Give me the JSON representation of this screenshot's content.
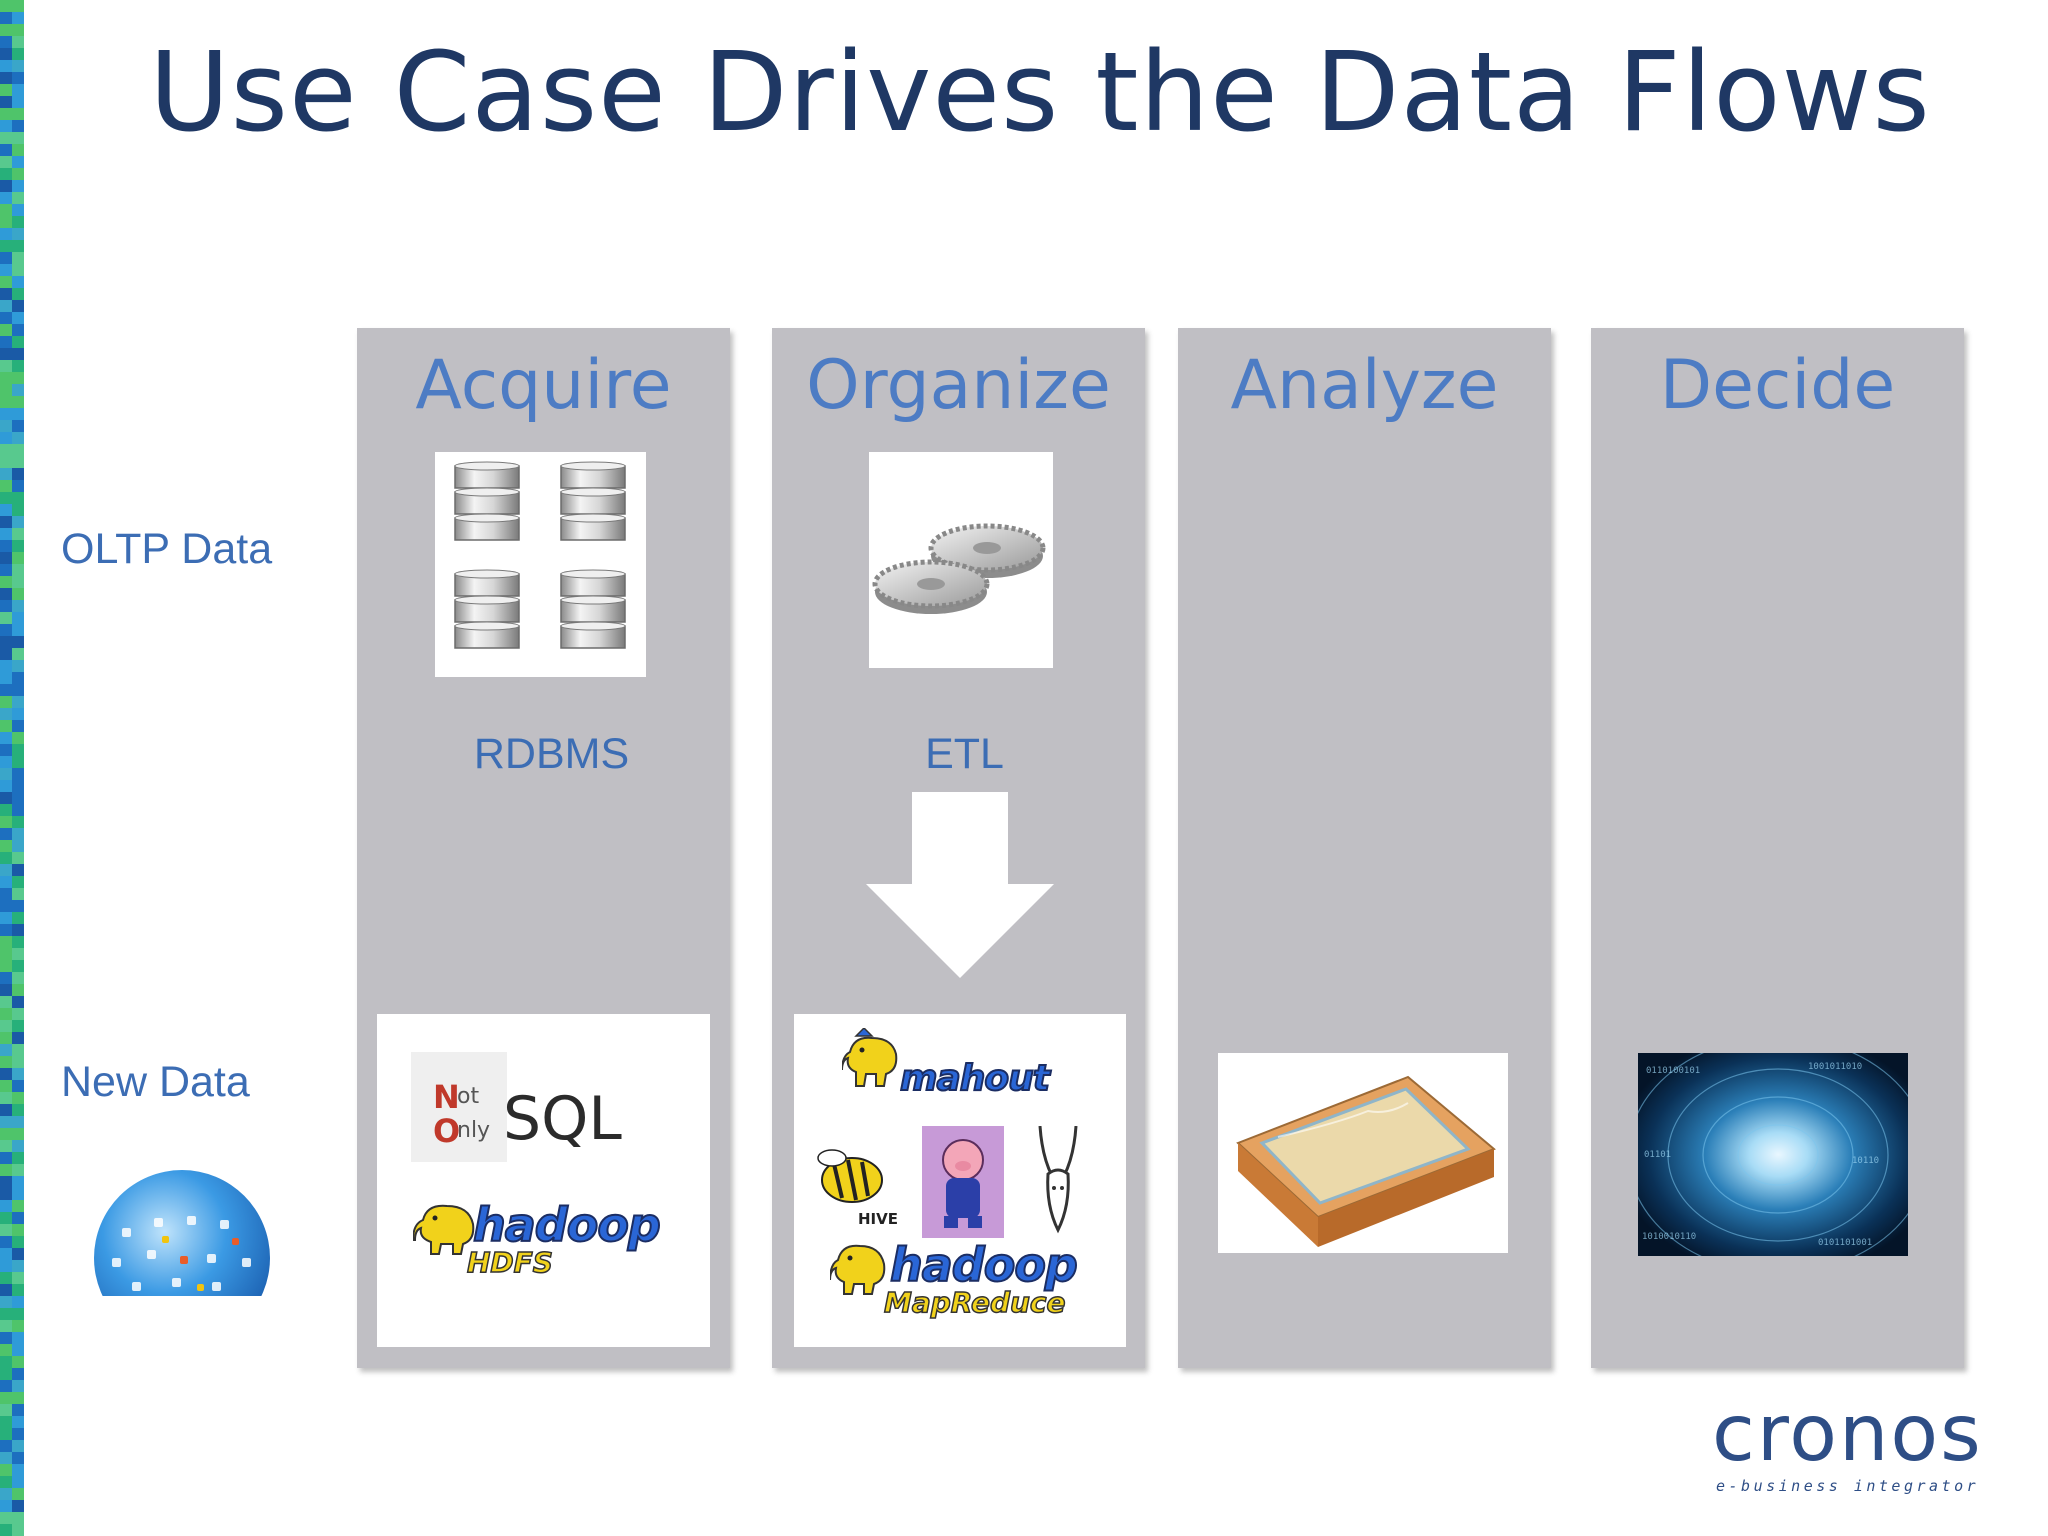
{
  "slide": {
    "title": "Use Case Drives the Data Flows"
  },
  "rows": {
    "oltp_label": "OLTP Data",
    "new_label": "New Data"
  },
  "columns": [
    {
      "title": "Acquire",
      "caption": "RDBMS"
    },
    {
      "title": "Organize",
      "caption": "ETL"
    },
    {
      "title": "Analyze"
    },
    {
      "title": "Decide"
    }
  ],
  "logos": {
    "nosql_n": "N",
    "nosql_ot": "ot",
    "nosql_o": "O",
    "nosql_nly": "nly",
    "nosql_sql": "SQL",
    "hadoop": "hadoop",
    "hdfs": "HDFS",
    "mahout": "mahout",
    "hive": "HIVE",
    "mapreduce": "MapReduce"
  },
  "branding": {
    "name": "cronos",
    "tagline": "e-business integrator"
  },
  "colors": {
    "title": "#1f3864",
    "accent": "#4d7cc4",
    "label": "#3c6db4",
    "column_bg": "#c0bfc4"
  },
  "icons": [
    "database-stack-icon",
    "gears-icon",
    "down-arrow-icon",
    "globe-apps-icon",
    "sandbox-icon",
    "data-tunnel-icon",
    "elephant-icon",
    "pig-icon",
    "antelope-icon",
    "bee-icon"
  ]
}
